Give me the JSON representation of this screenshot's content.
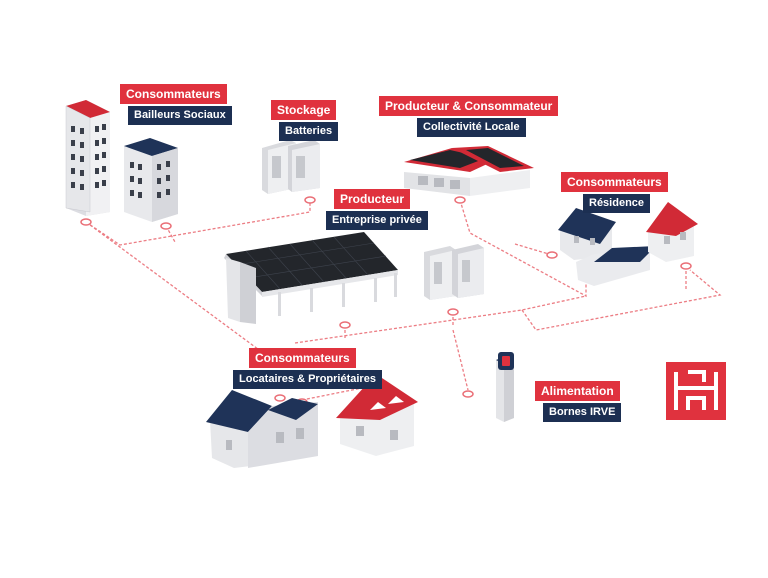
{
  "colors": {
    "accent_red": "#e0323e",
    "navy": "#1c2f52",
    "connector": "#ea6f77",
    "wall": "#e9e9ec",
    "roof_red": "#d12a36",
    "roof_navy": "#1f3358",
    "panel": "#23262b"
  },
  "nodes": {
    "bailleurs": {
      "category": "Consommateurs",
      "detail": "Bailleurs Sociaux"
    },
    "stockage": {
      "category": "Stockage",
      "detail": "Batteries"
    },
    "collectivite": {
      "category": "Producteur & Consommateur",
      "detail": "Collectivité Locale"
    },
    "entreprise": {
      "category": "Producteur",
      "detail": "Entreprise privée"
    },
    "residence": {
      "category": "Consommateurs",
      "detail": "Résidence"
    },
    "locataires": {
      "category": "Consommateurs",
      "detail": "Locataires & Propriétaires"
    },
    "alimentation": {
      "category": "Alimentation",
      "detail": "Bornes IRVE"
    }
  },
  "logo": {
    "icon": "brand-monogram-icon"
  }
}
